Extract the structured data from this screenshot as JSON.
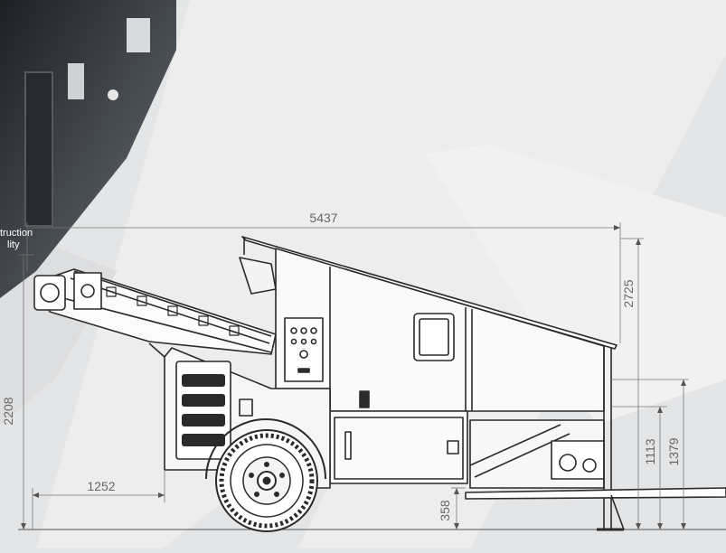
{
  "background": {
    "page_color": "#e4e5e6",
    "shape_color": "#f2f2f2",
    "photo_color": "#2f3338"
  },
  "photo": {
    "caption_line1": "truction",
    "caption_line2": "lity"
  },
  "drawing": {
    "line_color": "#2a2a2a",
    "dimensions": {
      "overall_length": "5437",
      "overall_height": "2725",
      "height_2208": "2208",
      "front_offset": "1252",
      "ground_clearance": "358",
      "height_1113": "1113",
      "height_1379": "1379"
    }
  }
}
